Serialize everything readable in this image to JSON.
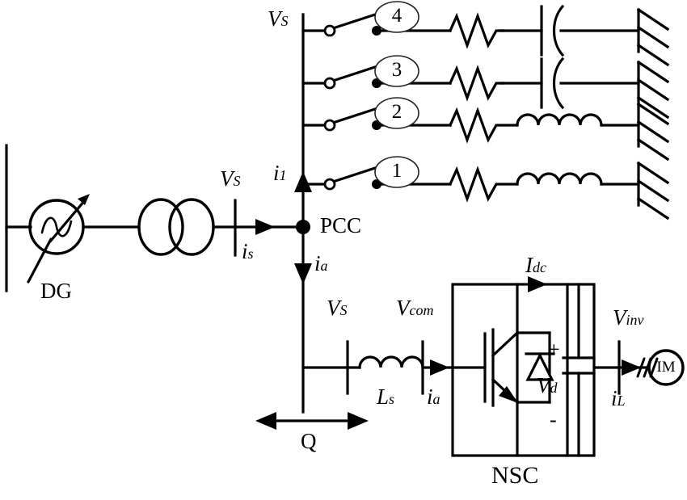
{
  "diagram": {
    "title": "Distributed generation with PCC, switched RL/RC load branches and NSC-fed induction motor",
    "type": "single-line-schematic"
  },
  "labels": {
    "source_name": "DG",
    "pcc": "PCC",
    "converter": "NSC",
    "motor": "IM",
    "reactive_power": "Q",
    "vs_bus_top": "V",
    "vs_bus_top_sub": "S",
    "vs_source_side": "V",
    "vs_source_side_sub": "S",
    "vs_filter": "V",
    "vs_filter_sub": "S",
    "v_com": "V",
    "v_com_sub": "com",
    "v_inv": "V",
    "v_inv_sub": "inv",
    "v_dc": "V",
    "v_dc_sub": "d",
    "i_s": "i",
    "i_s_sub": "s",
    "i_1": "i",
    "i_1_sub": "1",
    "i_a_pcc": "i",
    "i_a_pcc_sub": "a",
    "i_a_filter": "i",
    "i_a_filter_sub": "a",
    "i_L": "i",
    "i_L_sub": "L",
    "i_dc": "I",
    "i_dc_sub": "dc",
    "l_s": "L",
    "l_s_sub": "s",
    "dc_plus": "+",
    "dc_minus": "-"
  },
  "branches": [
    {
      "number": "4",
      "type": "RC",
      "state": "open",
      "elements": [
        "switch",
        "resistor",
        "capacitor",
        "ground"
      ]
    },
    {
      "number": "3",
      "type": "RC",
      "state": "open",
      "elements": [
        "switch",
        "resistor",
        "capacitor",
        "ground"
      ]
    },
    {
      "number": "2",
      "type": "RL",
      "state": "open",
      "elements": [
        "switch",
        "resistor",
        "inductor",
        "ground"
      ]
    },
    {
      "number": "1",
      "type": "RL",
      "state": "open",
      "elements": [
        "switch",
        "resistor",
        "inductor",
        "ground"
      ]
    }
  ],
  "components": {
    "source": "variable-ac-source",
    "transformer": "two-winding-transformer",
    "filter_inductor": "series-inductor",
    "converter_switch": "igbt-with-antiparallel-diode",
    "dc_link": "dc-link-capacitor",
    "load": "induction-motor"
  },
  "colors": {
    "line": "#000000",
    "background": "#ffffff"
  }
}
